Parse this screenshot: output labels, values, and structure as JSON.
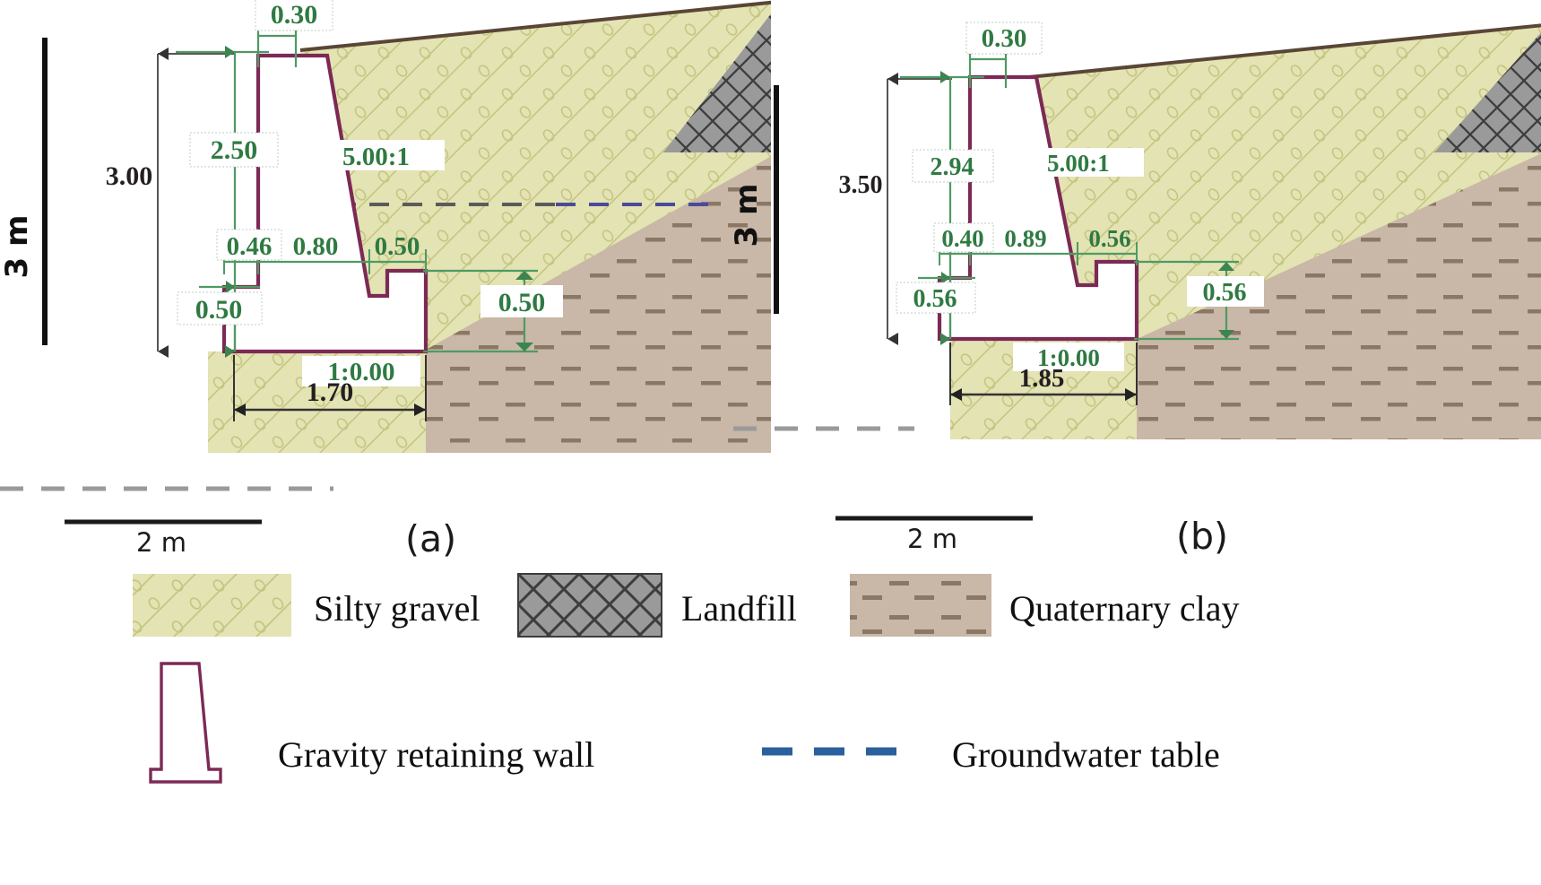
{
  "figure": {
    "type": "engineering-cross-section",
    "panels": [
      {
        "id": "a",
        "letter": "(a)",
        "vertical_scale_label": "3 m",
        "scale_bar_label": "2 m",
        "dimensions": {
          "top_width": "0.30",
          "total_height": "3.00",
          "stem_height": "2.50",
          "heel_offset": "0.46",
          "stem_base_width": "0.80",
          "toe_offset": "0.50",
          "base_thickness_left": "0.50",
          "base_thickness_right": "0.50",
          "base_width": "1.70",
          "back_face_slope": "5.00:1",
          "base_slope": "1:0.00"
        }
      },
      {
        "id": "b",
        "letter": "(b)",
        "vertical_scale_label": "3 m",
        "scale_bar_label": "2 m",
        "dimensions": {
          "top_width": "0.30",
          "total_height": "3.50",
          "stem_height": "2.94",
          "heel_offset": "0.40",
          "stem_base_width": "0.89",
          "toe_offset": "0.56",
          "base_thickness_left": "0.56",
          "base_thickness_right": "0.56",
          "base_width": "1.85",
          "back_face_slope": "5.00:1",
          "base_slope": "1:0.00"
        }
      }
    ],
    "legend": {
      "row1": [
        {
          "key": "silty-gravel",
          "label": "Silty gravel",
          "swatch": "silty-gravel-swatch"
        },
        {
          "key": "landfill",
          "label": "Landfill",
          "swatch": "landfill-swatch"
        },
        {
          "key": "quaternary-clay",
          "label": "Quaternary clay",
          "swatch": "quaternary-clay-swatch"
        }
      ],
      "row2": [
        {
          "key": "gravity-retaining-wall",
          "label": "Gravity retaining wall",
          "swatch": "wall-outline-swatch"
        },
        {
          "key": "groundwater-table",
          "label": "Groundwater table",
          "swatch": "blue-dashed-line-swatch"
        }
      ]
    },
    "colors": {
      "silty_gravel_fill": "#e3e3b4",
      "silty_gravel_pattern": "#c3c37e",
      "landfill_fill": "#9a9a9a",
      "landfill_pattern": "#3d3d3d",
      "quaternary_clay_fill": "#c9b7a7",
      "quaternary_clay_pattern": "#8b7765",
      "wall_outline": "#7c2a55",
      "dimension_green": "#2f7a42",
      "dimension_dark": "#231f20",
      "groundwater_blue": "#2b5f9e",
      "ground_surface_line": "#5a4636"
    }
  }
}
